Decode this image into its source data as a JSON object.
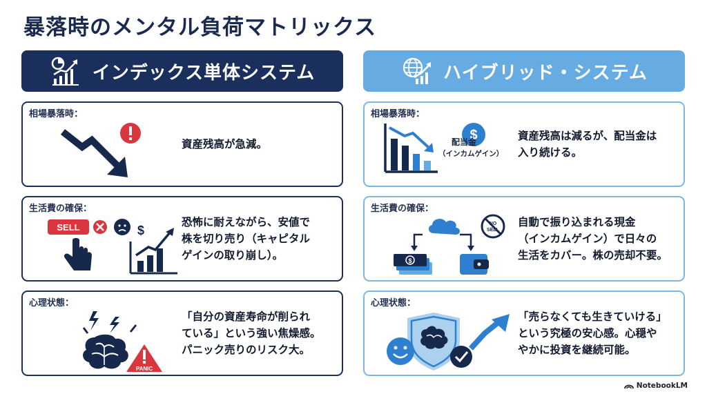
{
  "title": "暴落時のメンタル負荷マトリックス",
  "left_column": {
    "header": "インデックス単体システム",
    "icon": "chart-growth-icon",
    "rows": [
      {
        "label": "相場暴落時：",
        "text": "資産残高が急減。",
        "icon": "down-arrow-alert-icon"
      },
      {
        "label": "生活費の確保：",
        "text": "恐怖に耐えながら、安値で\n株を切り売り（キャピタル\nゲインの取り崩し）。",
        "icon": "sell-button-click-icon",
        "sell_label": "SELL"
      },
      {
        "label": "心理状態：",
        "text": "「自分の資産寿命が削られ\nている」という強い焦燥感。\nパニック売りのリスク大。",
        "icon": "panic-brain-icon",
        "panic_label": "PANIC"
      }
    ]
  },
  "right_column": {
    "header": "ハイブリッド・システム",
    "icon": "globe-chart-icon",
    "rows": [
      {
        "label": "相場暴落時：",
        "text": "資産残高は減るが、配当金は\n入り続ける。",
        "icon": "declining-bars-dividend-icon",
        "caption_main": "配当金",
        "caption_sub": "（インカムゲイン）"
      },
      {
        "label": "生活費の確保：",
        "text": "自動で振り込まれる現金\n（インカムゲイン）で日々の\n生活をカバー。株の売却不要。",
        "icon": "cash-cloud-wallet-icon",
        "no_sell_label_1": "NO",
        "no_sell_label_2": "SELL"
      },
      {
        "label": "心理状態：",
        "text": "「売らなくても生きていける」\nという究極の安心感。心穏や\nやかに投資を継続可能。",
        "icon": "shield-brain-smile-icon"
      }
    ]
  },
  "footer": {
    "logo_text": "NotebookLM"
  },
  "colors": {
    "navy": "#1a2f5c",
    "light_blue": "#66ace2",
    "alert_red": "#d9363e",
    "accent_blue": "#2f7fd1"
  }
}
